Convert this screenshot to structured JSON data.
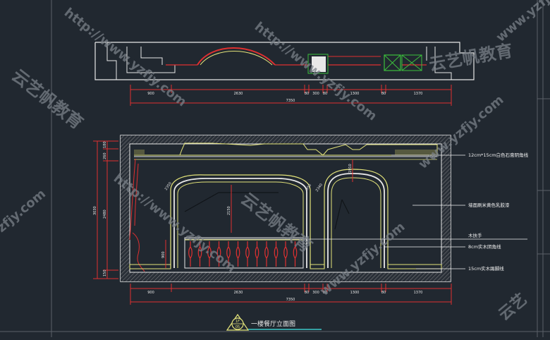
{
  "plan_dimensions": {
    "segments": [
      "900",
      "2630",
      "80",
      "300",
      "80",
      "1300",
      "80",
      "1370"
    ],
    "total": "7350"
  },
  "elevation_dimensions": {
    "segments": [
      "900",
      "2630",
      "80",
      "300",
      "80",
      "1300",
      "80",
      "1370"
    ],
    "total": "7350"
  },
  "left_vertical_dimensions": {
    "overall": "3030",
    "segments": [
      "180",
      "260",
      "2480",
      "150"
    ]
  },
  "inner_labels": {
    "arch_left_width": "2350",
    "arch_small": "350",
    "arch_small_b": "2340",
    "door_height": "2150",
    "door_height_right": "1910",
    "rail_height": "900"
  },
  "annotations": [
    "12cm*15cm白色石膏阴角线",
    "墙面刷米黄色乳胶漆",
    "木扶手",
    "8cm实木阴角线",
    "15cm实木踢脚线"
  ],
  "title_block": {
    "number": "1F",
    "sheet": "05",
    "title": "一楼餐厅立面图"
  },
  "watermarks": [
    "http://www.yzfjy.com",
    "云艺帆教育",
    "www.yzfjy.com",
    "zfjy.com",
    "云艺"
  ],
  "colors": {
    "background": "#212830",
    "wall": "#e8e8e8",
    "detail": "#e4e47a",
    "dimension": "#e03030",
    "leader": "#f0f0f0",
    "accent_green": "#3cbf3c",
    "watermark": "#7a8188"
  }
}
